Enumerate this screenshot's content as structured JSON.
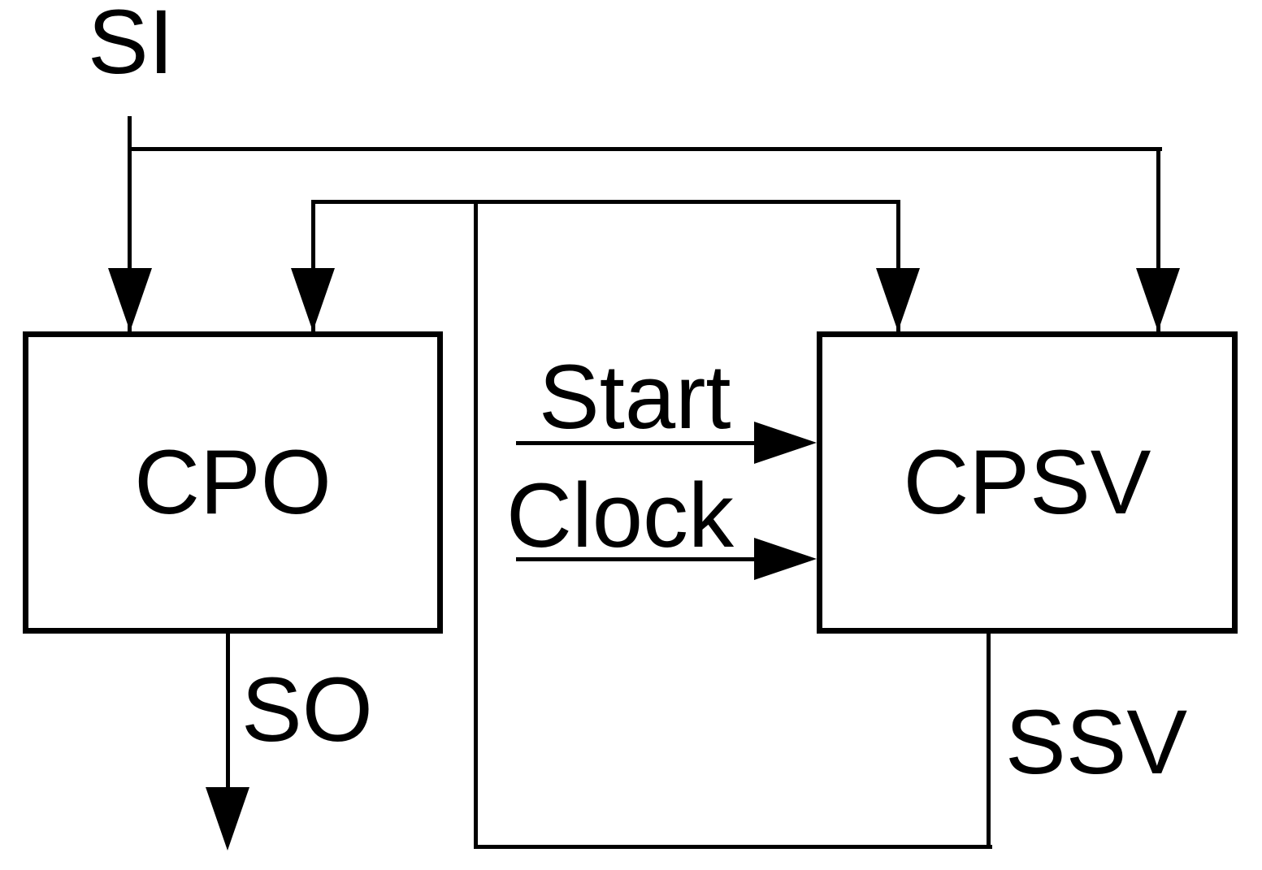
{
  "colors": {
    "background": "#ffffff",
    "ink": "#000000"
  },
  "labels": {
    "si": "SI",
    "so": "SO",
    "ssv": "SSV",
    "start": "Start",
    "clock": "Clock"
  },
  "blocks": [
    {
      "id": "cpo",
      "label": "CPO"
    },
    {
      "id": "cpsv",
      "label": "CPSV"
    }
  ]
}
